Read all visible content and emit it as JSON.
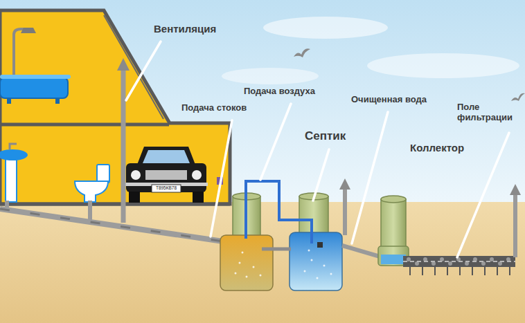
{
  "diagram": {
    "labels": [
      "Вентиляция",
      "Подача воздуха",
      "Подача стоков",
      "Очищенная вода",
      "Септик",
      "Коллектор",
      "Поле фильтрации",
      "Т895КВ78"
    ]
  }
}
